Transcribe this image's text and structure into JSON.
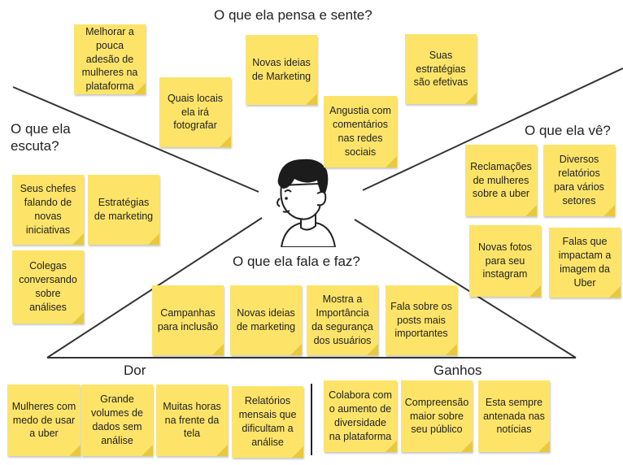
{
  "colors": {
    "note": "#fde469",
    "note_fold": "#e9c93b",
    "line": "#333333"
  },
  "sections": {
    "pensa_sente": "O que ela pensa e sente?",
    "escuta": "O que ela escuta?",
    "ve": "O que ela vê?",
    "fala_faz": "O que ela fala e faz?",
    "dor": "Dor",
    "ganhos": "Ganhos"
  },
  "notes": {
    "pensa": [
      "Melhorar a pouca adesão de mulheres na plataforma",
      "Novas ideias de Marketing",
      "Suas estratégias são efetivas",
      "Quais locais ela irá fotografar",
      "Angustia com comentários nas redes sociais"
    ],
    "escuta": [
      "Seus chefes falando de novas iniciativas",
      "Estratégias de marketing",
      "Colegas conversando sobre análises"
    ],
    "ve": [
      "Reclamações de mulheres sobre a uber",
      "Diversos relatórios para vários setores",
      "Novas fotos para seu instagram",
      "Falas que impactam a imagem da Uber"
    ],
    "fala": [
      "Campanhas para inclusão",
      "Novas ideias de marketing",
      "Mostra a Importância da segurança dos usuários",
      "Fala sobre os posts mais importantes"
    ],
    "dor": [
      "Mulheres com medo de usar a uber",
      "Grande volumes de dados sem análise",
      "Muitas horas na frente da tela",
      "Relatórios mensais que dificultam a análise"
    ],
    "ganhos": [
      "Colabora com o aumento de diversidade na plataforma",
      "Compreensão maior sobre seu público",
      "Esta sempre antenada nas notícias"
    ]
  }
}
